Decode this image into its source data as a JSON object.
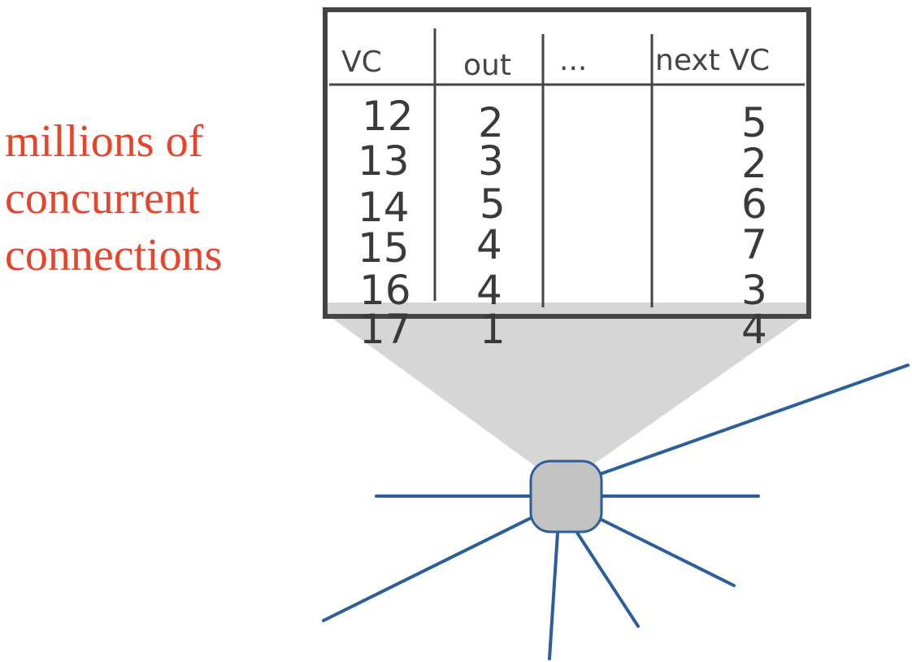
{
  "caption": {
    "lines": [
      "millions of",
      "concurrent",
      "connections"
    ],
    "color": "#e8442b"
  },
  "vc_table": {
    "columns": [
      "VC",
      "out",
      "...",
      "next VC"
    ],
    "rows": [
      [
        "12",
        "2",
        "",
        "5"
      ],
      [
        "13",
        "3",
        "",
        "2"
      ],
      [
        "14",
        "5",
        "",
        "6"
      ],
      [
        "15",
        "4",
        "",
        "7"
      ],
      [
        "16",
        "4",
        "",
        "3"
      ],
      [
        "17",
        "1",
        "",
        "4"
      ]
    ]
  },
  "colors": {
    "frame": "#444444",
    "text": "#3a3a3a",
    "beam": "#d6d6d6",
    "link": "#2d5e9c",
    "router_fill": "#c2c2c2",
    "router_stroke": "#2d5e9c"
  }
}
